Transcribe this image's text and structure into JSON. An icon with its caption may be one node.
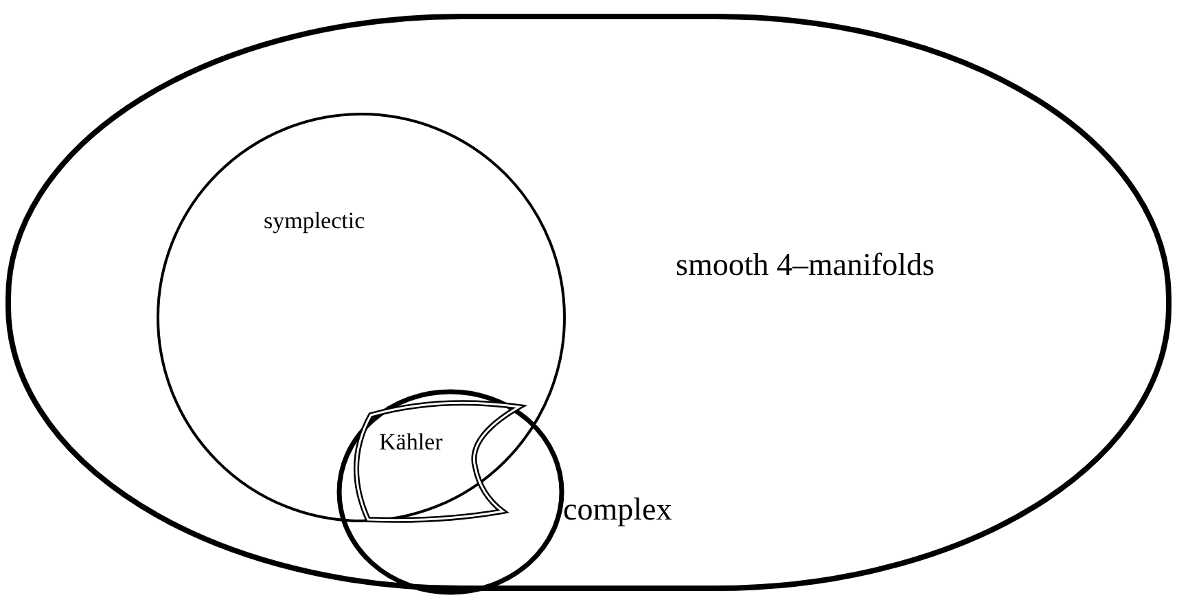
{
  "diagram": {
    "nodes": [
      {
        "text": [
          "smooth 4–manifolds"
        ]
      },
      {
        "text": [
          "symplectic"
        ],
        "in": 0
      },
      {
        "text": [
          "complex"
        ],
        "in": 0
      },
      {
        "text": [
          "Kähler"
        ]
      }
    ],
    "edges": []
  }
}
